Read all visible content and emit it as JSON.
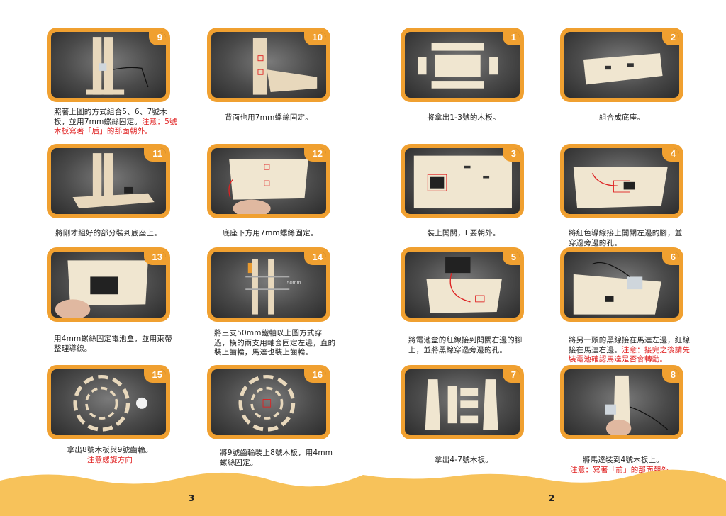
{
  "left_page": {
    "page_number": "3",
    "steps": [
      {
        "number": "9",
        "caption": "照著上圖的方式組合5、6、7號木板，並用7mm螺絲固定。",
        "note": "注意：5號木板寫著「后」的那面朝外。"
      },
      {
        "number": "10",
        "caption": "背面也用7mm螺絲固定。"
      },
      {
        "number": "11",
        "caption": "將剛才組好的部分裝到底座上。"
      },
      {
        "number": "12",
        "caption": "底座下方用7mm螺絲固定。"
      },
      {
        "number": "13",
        "caption": "用4mm螺絲固定電池盒，並用束帶整理導線。"
      },
      {
        "number": "14",
        "caption": "將三支50mm鐵軸以上圖方式穿過，橫的兩支用軸套固定左邊，直的裝上齒輪，馬達也裝上齒輪。",
        "photo_label": "50mm"
      },
      {
        "number": "15",
        "caption": "拿出8號木板與9號齒輪。",
        "note": "注意螺旋方向"
      },
      {
        "number": "16",
        "caption": "將9號齒輪裝上8號木板，用4mm螺絲固定。"
      }
    ]
  },
  "right_page": {
    "page_number": "2",
    "steps": [
      {
        "number": "1",
        "caption": "將拿出1-3號的木板。"
      },
      {
        "number": "2",
        "caption": "組合成底座。"
      },
      {
        "number": "3",
        "caption": "裝上開關，I 要朝外。"
      },
      {
        "number": "4",
        "caption": "將紅色導線接上開關左邊的腳，並穿過旁邊的孔。"
      },
      {
        "number": "5",
        "caption": "將電池盒的紅線接到開關右邊的腳上，並將黑線穿過旁邊的孔。"
      },
      {
        "number": "6",
        "caption": "將另一頭的黑線接在馬達左邊，紅線接在馬達右邊。",
        "note": "注意：接完之後請先裝電池確認馬達是否會轉動。"
      },
      {
        "number": "7",
        "caption": "拿出4-7號木板。"
      },
      {
        "number": "8",
        "caption": "將馬達裝到4號木板上。",
        "note": "注意：寫著「前」的那面朝外。"
      }
    ]
  },
  "colors": {
    "accent": "#f0a030",
    "note_red": "#e02020",
    "wave": "#f7c25a"
  }
}
